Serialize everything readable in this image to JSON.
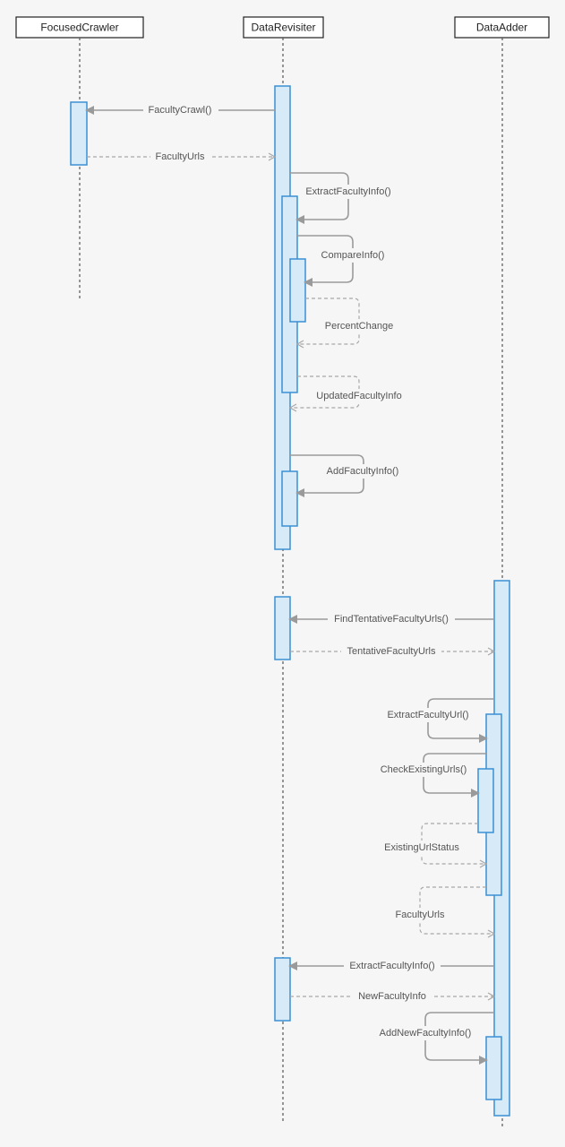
{
  "participants": [
    {
      "id": "focused",
      "label": "FocusedCrawler"
    },
    {
      "id": "revisiter",
      "label": "DataRevisiter"
    },
    {
      "id": "adder",
      "label": "DataAdder"
    }
  ],
  "messages": [
    {
      "id": "faculty-crawl",
      "label": "FacultyCrawl()",
      "kind": "call"
    },
    {
      "id": "faculty-urls-return",
      "label": "FacultyUrls",
      "kind": "return"
    },
    {
      "id": "extract-faculty-info-self",
      "label": "ExtractFacultyInfo()",
      "kind": "self-call"
    },
    {
      "id": "compare-info",
      "label": "CompareInfo()",
      "kind": "self-call"
    },
    {
      "id": "percent-change",
      "label": "PercentChange",
      "kind": "self-return"
    },
    {
      "id": "updated-faculty-info",
      "label": "UpdatedFacultyInfo",
      "kind": "self-return"
    },
    {
      "id": "add-faculty-info",
      "label": "AddFacultyInfo()",
      "kind": "self-call"
    },
    {
      "id": "find-tentative-faculty-urls",
      "label": "FindTentativeFacultyUrls()",
      "kind": "call"
    },
    {
      "id": "tentative-faculty-urls",
      "label": "TentativeFacultyUrls",
      "kind": "return"
    },
    {
      "id": "extract-faculty-url",
      "label": "ExtractFacultyUrl()",
      "kind": "self-call"
    },
    {
      "id": "check-existing-urls",
      "label": "CheckExistingUrls()",
      "kind": "self-call"
    },
    {
      "id": "existing-url-status",
      "label": "ExistingUrlStatus",
      "kind": "self-return"
    },
    {
      "id": "faculty-urls-self",
      "label": "FacultyUrls",
      "kind": "self-return"
    },
    {
      "id": "extract-faculty-info-call",
      "label": "ExtractFacultyInfo()",
      "kind": "call"
    },
    {
      "id": "new-faculty-info",
      "label": "NewFacultyInfo",
      "kind": "return"
    },
    {
      "id": "add-new-faculty-info",
      "label": "AddNewFacultyInfo()",
      "kind": "self-call"
    }
  ]
}
